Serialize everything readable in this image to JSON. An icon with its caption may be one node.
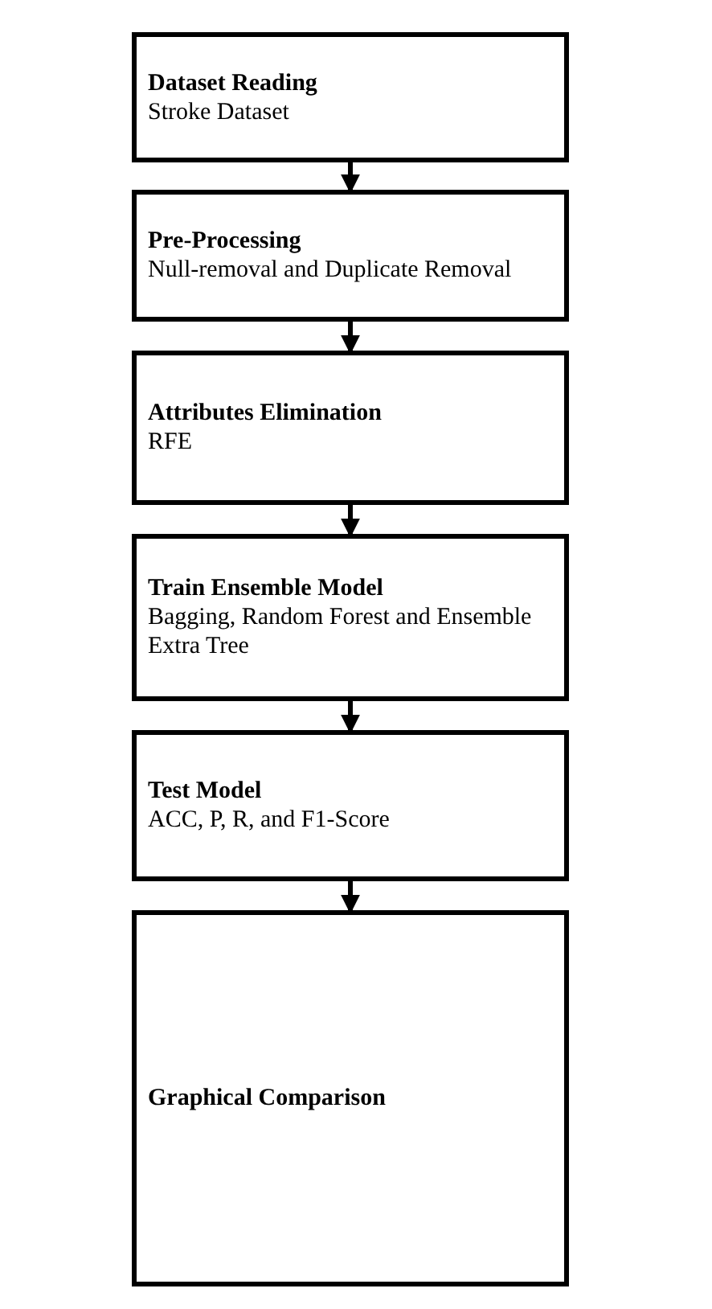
{
  "diagram": {
    "nodes": [
      {
        "text": [
          "Dataset Reading",
          "Stroke Dataset"
        ]
      },
      {
        "text": [
          "Pre-Processing",
          "Null-removal and Duplicate Removal"
        ]
      },
      {
        "text": [
          "Attributes Elimination",
          "RFE"
        ]
      },
      {
        "text": [
          "Train Ensemble Model",
          "Bagging, Random Forest and Ensemble Extra Tree"
        ]
      },
      {
        "text": [
          "Test Model",
          "ACC, P, R, and F1-Score"
        ]
      },
      {
        "text": [
          "Graphical Comparison"
        ]
      }
    ],
    "edges": [
      {
        "from": 0,
        "to": 1,
        "arrow": "to"
      },
      {
        "from": 1,
        "to": 2,
        "arrow": "to"
      },
      {
        "from": 2,
        "to": 3,
        "arrow": "to"
      },
      {
        "from": 3,
        "to": 4,
        "arrow": "to"
      },
      {
        "from": 4,
        "to": 5,
        "arrow": "to"
      }
    ]
  }
}
